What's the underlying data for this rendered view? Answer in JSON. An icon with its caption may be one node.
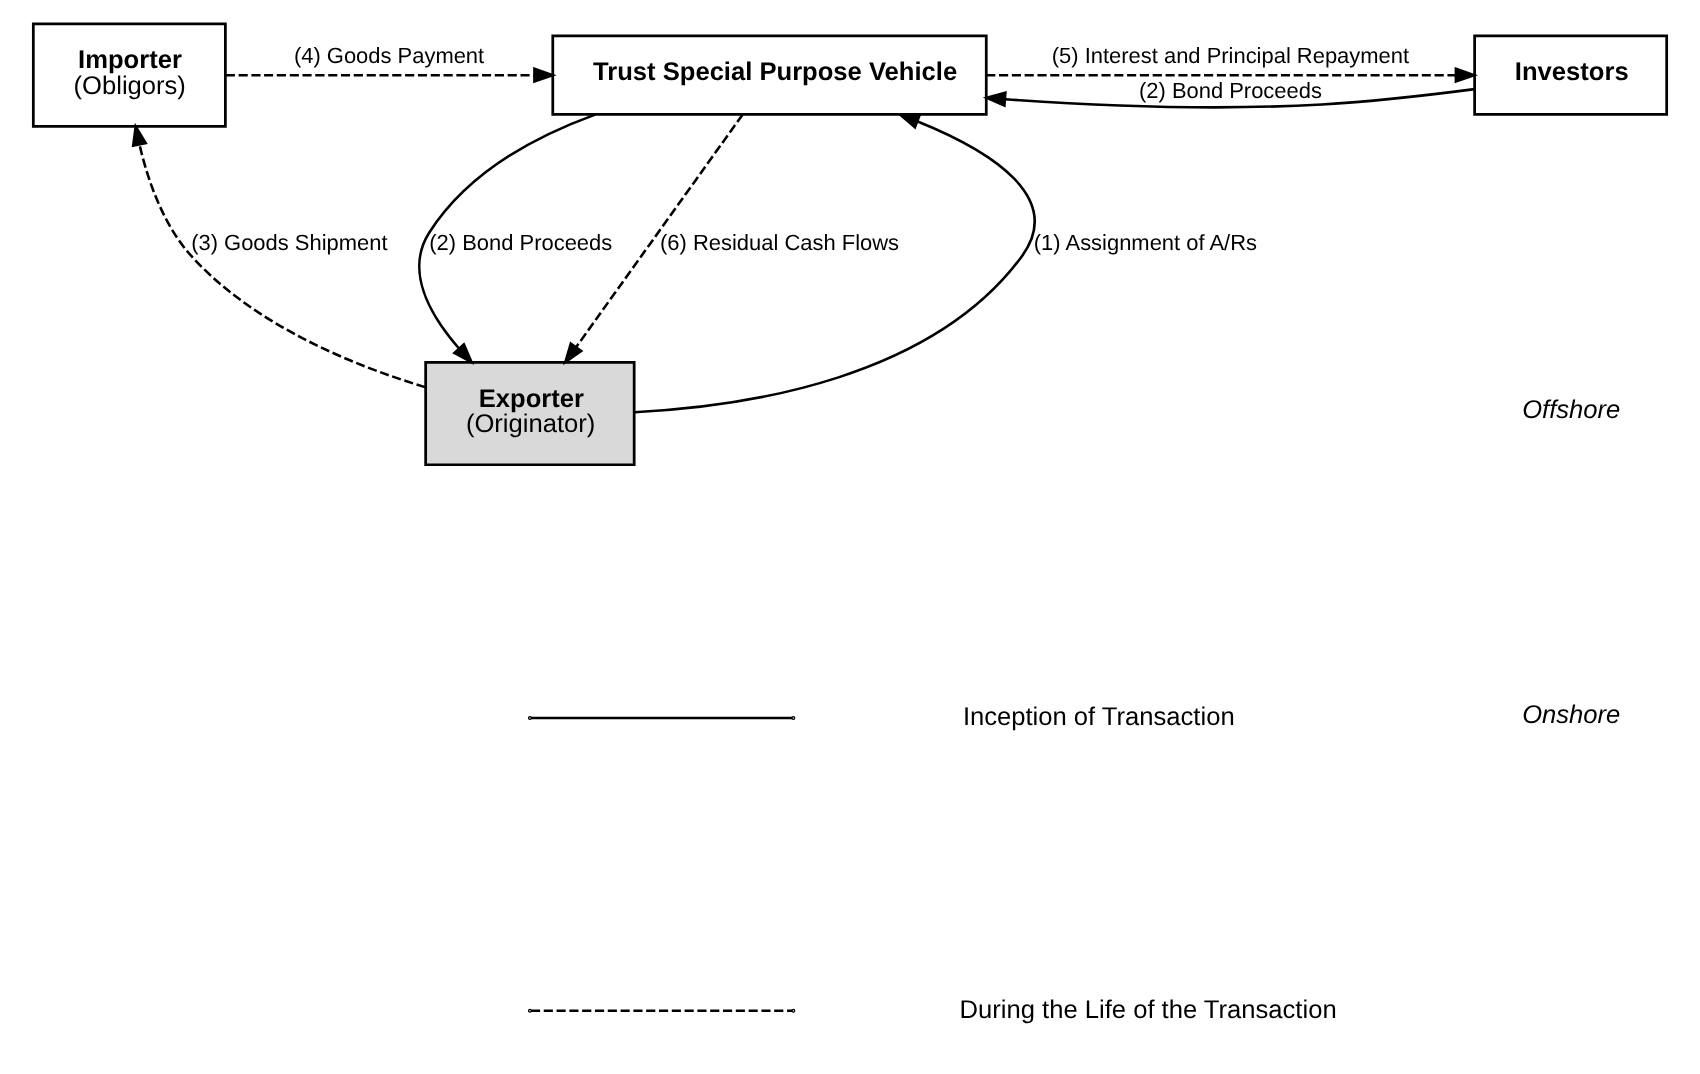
{
  "diagram": {
    "nodes": [
      {
        "text": [
          "Importer",
          "(Obligors)"
        ]
      },
      {
        "text": [
          "Trust Special Purpose Vehicle"
        ]
      },
      {
        "text": [
          "Investors"
        ]
      },
      {
        "text": [
          "Exporter",
          "(Originator)"
        ]
      }
    ],
    "edges": [
      {
        "from": 0,
        "to": 1,
        "arrow": "to",
        "style": "dashed",
        "label": "(4) Goods Payment"
      },
      {
        "from": 1,
        "to": 2,
        "arrow": "to",
        "style": "dashed",
        "label": "(5) Interest and Principal Repayment"
      },
      {
        "from": 2,
        "to": 1,
        "arrow": "to",
        "label": "(2) Bond Proceeds"
      },
      {
        "from": 1,
        "to": 3,
        "arrow": "to",
        "label": "(2) Bond Proceeds"
      },
      {
        "from": 3,
        "to": 1,
        "arrow": "to",
        "label": "(1) Assignment of A/Rs"
      },
      {
        "from": 1,
        "to": 3,
        "arrow": "to",
        "style": "dashed",
        "label": "(6) Residual Cash Flows"
      },
      {
        "from": 3,
        "to": 0,
        "arrow": "to",
        "style": "dashed",
        "label": "(3) Goods Shipment"
      }
    ],
    "labels": [
      "Offshore",
      "Onshore"
    ],
    "legend": [
      {
        "text": "Inception of Transaction"
      },
      {
        "text": "During the Life of the Transaction"
      }
    ]
  }
}
